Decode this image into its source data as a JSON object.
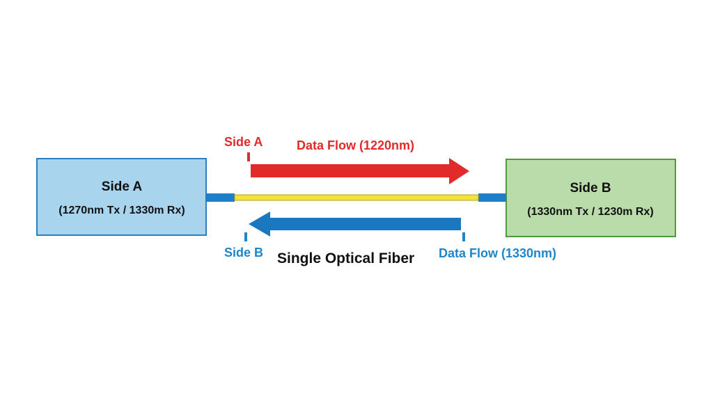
{
  "diagram": {
    "node_a": {
      "title": "Side A",
      "subtitle": "(1270nm Tx / 1330m Rx)"
    },
    "node_b": {
      "title": "Side B",
      "subtitle": "(1330nm Tx / 1230m Rx)"
    },
    "top_flow": {
      "side_label": "Side A",
      "label": "Data Flow (1220nm)"
    },
    "bottom_flow": {
      "side_label": "Side B",
      "label": "Data Flow (1330nm)"
    },
    "fiber_label": "Single Optical Fiber"
  },
  "colors": {
    "node_a_fill": "#a8d4ee",
    "node_a_border": "#2a7fc0",
    "node_b_fill": "#b9dcaa",
    "node_b_border": "#4f9a3c",
    "red_arrow": "#e12a2a",
    "blue_arrow": "#1978c0",
    "fiber_core": "#f2e33a",
    "fiber_edge": "#b59f2c",
    "connector": "#1e7fc8",
    "red_text": "#e12a2a",
    "blue_text": "#1e86c8",
    "text_dark": "#111111"
  }
}
